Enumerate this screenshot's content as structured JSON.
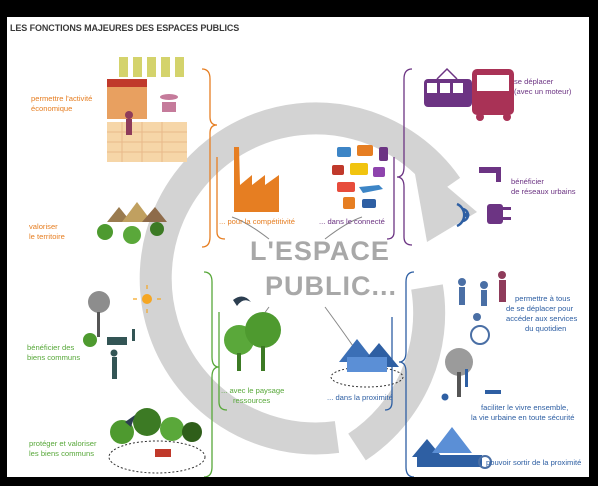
{
  "title": "LES FONCTIONS MAJEURES DES ESPACES PUBLICS",
  "center": {
    "line1": "L'ESPACE",
    "line2": "PUBLIC..."
  },
  "left": {
    "item1": [
      "permettre l'activité",
      "économique"
    ],
    "item2": [
      "valoriser",
      "le territoire"
    ],
    "item3": [
      "bénéficier des",
      "biens communs"
    ],
    "item4": [
      "protéger et valoriser",
      "les biens communs"
    ]
  },
  "inner": {
    "competitivite": "... pour la compétitivité",
    "connecte": "... dans le connecté",
    "paysage": [
      "... avec le paysage",
      "ressources"
    ],
    "proximite": "... dans la proximité"
  },
  "right": {
    "item1": [
      "se déplacer",
      "(avec un moteur)"
    ],
    "item2": [
      "bénéficier",
      "de réseaux urbains"
    ],
    "item3": [
      "permettre à tous",
      "de se déplacer pour",
      "accéder aux services",
      "du quotidien"
    ],
    "item4": [
      "faciliter le vivre ensemble,",
      "la vie urbaine en toute sécurité"
    ],
    "item5": "pouvoir sortir de la proximité"
  },
  "colors": {
    "orange": "#e67e22",
    "purple": "#6c3483",
    "green": "#58a83a",
    "blue": "#2e5fa3",
    "grey": "#c8c8c8"
  }
}
